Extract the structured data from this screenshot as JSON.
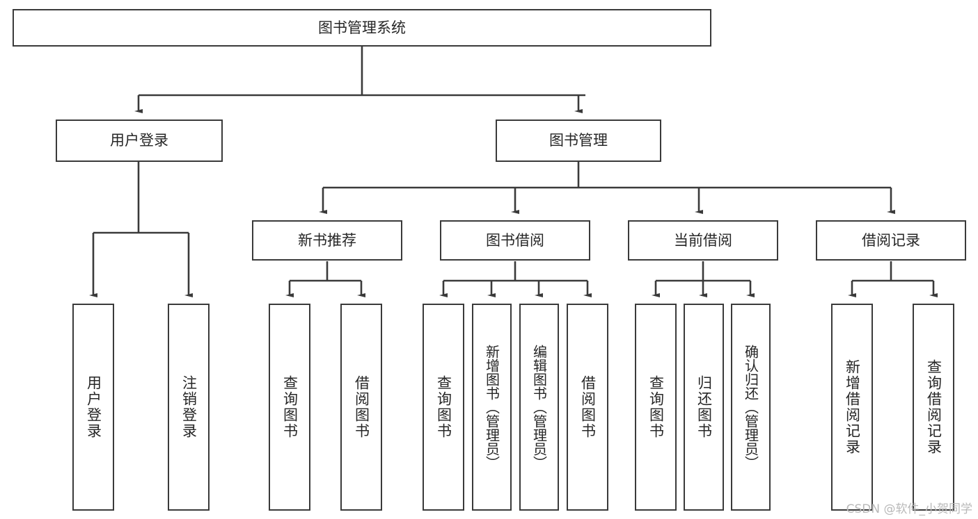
{
  "diagram": {
    "title": "图书管理系统",
    "type": "tree-hierarchy",
    "root": {
      "label": "图书管理系统"
    },
    "level2": [
      {
        "label": "用户登录"
      },
      {
        "label": "图书管理"
      }
    ],
    "level3": [
      {
        "label": "新书推荐"
      },
      {
        "label": "图书借阅"
      },
      {
        "label": "当前借阅"
      },
      {
        "label": "借阅记录"
      }
    ],
    "leaves": {
      "user_login": [
        {
          "label": "用户登录"
        },
        {
          "label": "注销登录"
        }
      ],
      "new_book_recommend": [
        {
          "label": "查询图书"
        },
        {
          "label": "借阅图书"
        }
      ],
      "book_borrow": [
        {
          "label": "查询图书"
        },
        {
          "label": "新增图书（管理员）"
        },
        {
          "label": "编辑图书（管理员）"
        },
        {
          "label": "借阅图书"
        }
      ],
      "current_borrow": [
        {
          "label": "查询图书"
        },
        {
          "label": "归还图书"
        },
        {
          "label": "确认归还（管理员）"
        }
      ],
      "borrow_records": [
        {
          "label": "新增借阅记录"
        },
        {
          "label": "查询借阅记录"
        }
      ]
    }
  },
  "watermark": {
    "text": "CSDN @软件_小贺同学"
  },
  "colors": {
    "border": "#3a3a3a",
    "text": "#262626",
    "background": "#ffffff",
    "watermark": "#b9b9b9"
  }
}
